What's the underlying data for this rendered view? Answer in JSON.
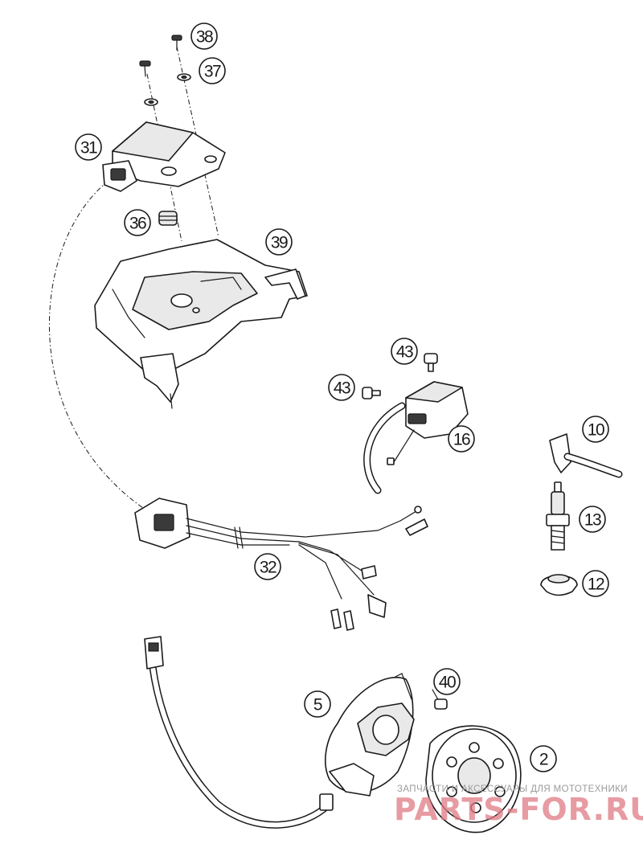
{
  "callouts": [
    {
      "label": "38",
      "name": "callout-38"
    },
    {
      "label": "37",
      "name": "callout-37"
    },
    {
      "label": "31",
      "name": "callout-31"
    },
    {
      "label": "36",
      "name": "callout-36"
    },
    {
      "label": "39",
      "name": "callout-39"
    },
    {
      "label": "43",
      "name": "callout-43-top"
    },
    {
      "label": "43",
      "name": "callout-43-left"
    },
    {
      "label": "16",
      "name": "callout-16"
    },
    {
      "label": "10",
      "name": "callout-10"
    },
    {
      "label": "13",
      "name": "callout-13"
    },
    {
      "label": "12",
      "name": "callout-12"
    },
    {
      "label": "32",
      "name": "callout-32"
    },
    {
      "label": "40",
      "name": "callout-40"
    },
    {
      "label": "5",
      "name": "callout-5"
    },
    {
      "label": "2",
      "name": "callout-2"
    }
  ],
  "watermark": {
    "tagline": "ЗАПЧАСТИ И АКСЕССУАРЫ ДЛЯ МОТОТЕХНИКИ",
    "brand": "PARTS-FOR.RU"
  }
}
